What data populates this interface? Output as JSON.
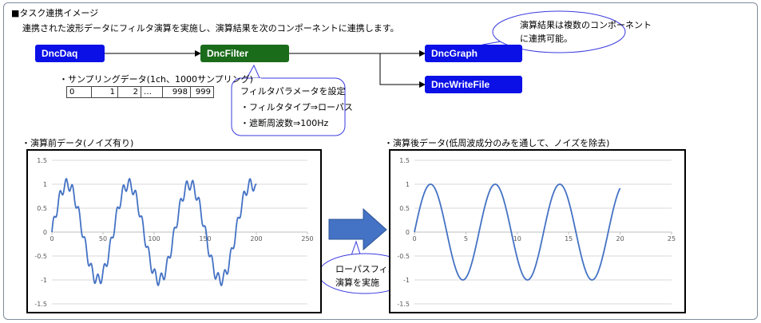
{
  "section_title": "■タスク連携イメージ",
  "description": "連携された波形データにフィルタ演算を実施し、演算結果を次のコンポーネントに連携します。",
  "components": {
    "daq": "DncDaq",
    "filter": "DncFilter",
    "graph": "DncGraph",
    "writefile": "DncWriteFile"
  },
  "sampling": {
    "label": "・サンプリングデータ(1ch、1000サンプリング)",
    "cells": [
      "0",
      "1",
      "2",
      "…",
      "998",
      "999"
    ]
  },
  "callouts": {
    "result": [
      "演算結果は複数のコンポーネント",
      "に連携可能。"
    ],
    "filter_params": [
      "フィルタパラメータを設定",
      "・フィルタタイプ⇒ローパス",
      "・遮断周波数⇒100Hz"
    ],
    "lowpass": [
      "ローパスフィルタ",
      "演算を実施"
    ]
  },
  "labels": {
    "before": "・演算前データ(ノイズ有り)",
    "after": "・演算後データ(低周波成分のみを通して、ノイズを除去)"
  },
  "colors": {
    "component_blue": "#0b10e6",
    "component_green": "#1a6b1a",
    "line": "#4472c4",
    "arrow": "#4472c4"
  },
  "chart_data": [
    {
      "type": "line",
      "xlim": [
        0,
        250
      ],
      "ylim": [
        -1.5,
        1.5
      ],
      "x_ticks": [
        "0",
        "50",
        "100",
        "150",
        "200",
        "250"
      ],
      "y_ticks": [
        "1.5",
        "1",
        "0.5",
        "0",
        "-0.5",
        "-1",
        "-1.5"
      ],
      "grid": true,
      "series": [
        {
          "x_start": 0,
          "x_end": 200,
          "amplitude": 1.0,
          "period": 60,
          "noise_amplitude": 0.12,
          "noise_period": 6.2
        }
      ]
    },
    {
      "type": "line",
      "xlim": [
        0,
        25
      ],
      "ylim": [
        -1.5,
        1.5
      ],
      "x_ticks": [
        "0",
        "5",
        "10",
        "15",
        "20",
        "25"
      ],
      "y_ticks": [
        "1.5",
        "1",
        "0.5",
        "0",
        "-0.5",
        "-1",
        "-1.5"
      ],
      "grid": true,
      "series": [
        {
          "x_start": 0,
          "x_end": 20,
          "amplitude": 1.0,
          "period": 6.28,
          "noise_amplitude": 0,
          "noise_period": 1
        }
      ]
    }
  ]
}
